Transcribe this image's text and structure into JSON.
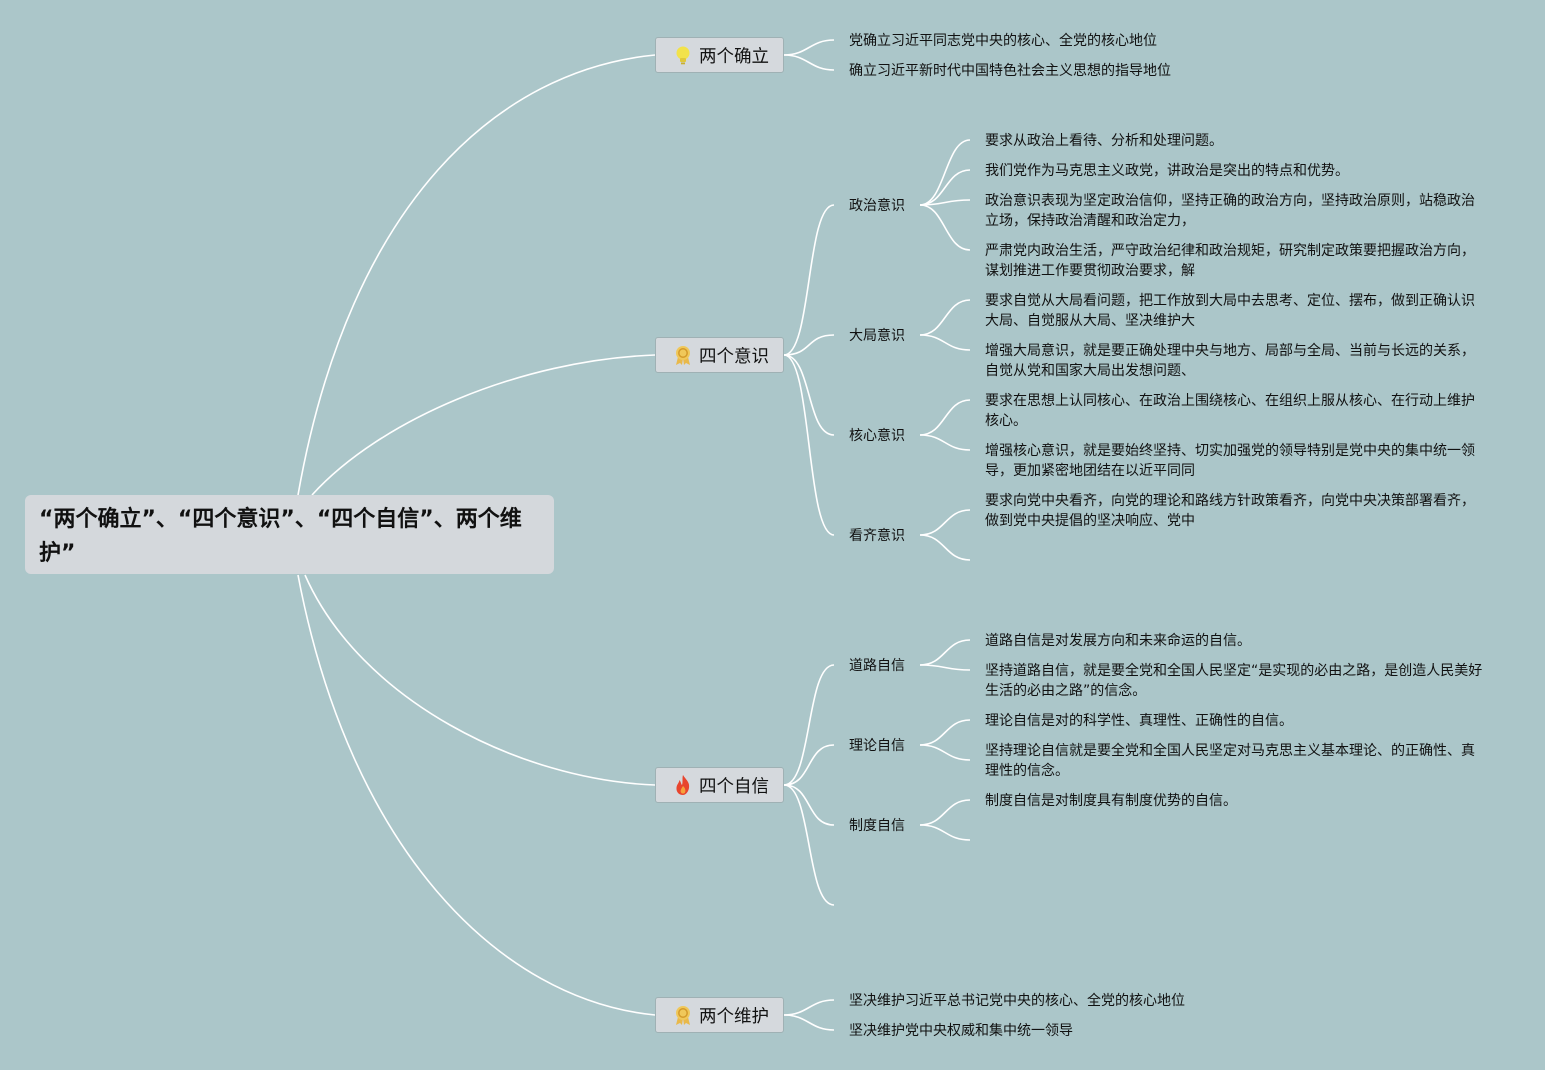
{
  "root": {
    "title": "“两个确立”、“四个意识”、“四个自信”、两个维护”"
  },
  "branches": [
    {
      "title": "两个确立",
      "icon": "lightbulb-icon",
      "items": [
        "党确立习近平同志党中央的核心、全党的核心地位",
        "确立习近平新时代中国特色社会主义思想的指导地位"
      ]
    },
    {
      "title": "四个意识",
      "icon": "medal-icon",
      "subs": [
        {
          "title": "政治意识",
          "items": [
            "要求从政治上看待、分析和处理问题。",
            "我们党作为马克思主义政党，讲政治是突出的特点和优势。",
            "政治意识表现为坚定政治信仰，坚持正确的政治方向，坚持政治原则，站稳政治立场，保持政治清醒和政治定力，",
            "严肃党内政治生活，严守政治纪律和政治规矩，研究制定政策要把握政治方向，谋划推进工作要贯彻政治要求，解"
          ]
        },
        {
          "title": "大局意识",
          "items": [
            "要求自觉从大局看问题，把工作放到大局中去思考、定位、摆布，做到正确认识大局、自觉服从大局、坚决维护大",
            "增强大局意识，就是要正确处理中央与地方、局部与全局、当前与长远的关系，自觉从党和国家大局出发想问题、"
          ]
        },
        {
          "title": "核心意识",
          "items": [
            "要求在思想上认同核心、在政治上围绕核心、在组织上服从核心、在行动上维护核心。",
            "增强核心意识，就是要始终坚持、切实加强党的领导特别是党中央的集中统一领导，更加紧密地团结在以近平同同"
          ]
        },
        {
          "title": "看齐意识",
          "items": [
            "要求向党中央看齐，向党的理论和路线方针政策看齐，向党中央决策部署看齐，做到党中央提倡的坚决响应、党中"
          ]
        }
      ]
    },
    {
      "title": "四个自信",
      "icon": "fire-icon",
      "subs": [
        {
          "title": "道路自信",
          "items": [
            "道路自信是对发展方向和未来命运的自信。",
            "坚持道路自信，就是要全党和全国人民坚定“是实现的必由之路，是创造人民美好生活的必由之路”的信念。"
          ]
        },
        {
          "title": "理论自信",
          "items": [
            "理论自信是对的科学性、真理性、正确性的自信。",
            "坚持理论自信就是要全党和全国人民坚定对马克思主义基本理论、的正确性、真理性的信念。"
          ]
        },
        {
          "title": "制度自信",
          "items": [
            "制度自信是对制度具有制度优势的自信。"
          ]
        }
      ]
    },
    {
      "title": "两个维护",
      "icon": "medal-icon",
      "items": [
        "坚决维护习近平总书记党中央的核心、全党的核心地位",
        "坚决维护党中央权威和集中统一领导"
      ]
    }
  ],
  "colors": {
    "background": "#abc6c9",
    "line": "#ffffff",
    "root_fill": "#d4d8dc",
    "branch_fill": "#d5d9dd"
  }
}
